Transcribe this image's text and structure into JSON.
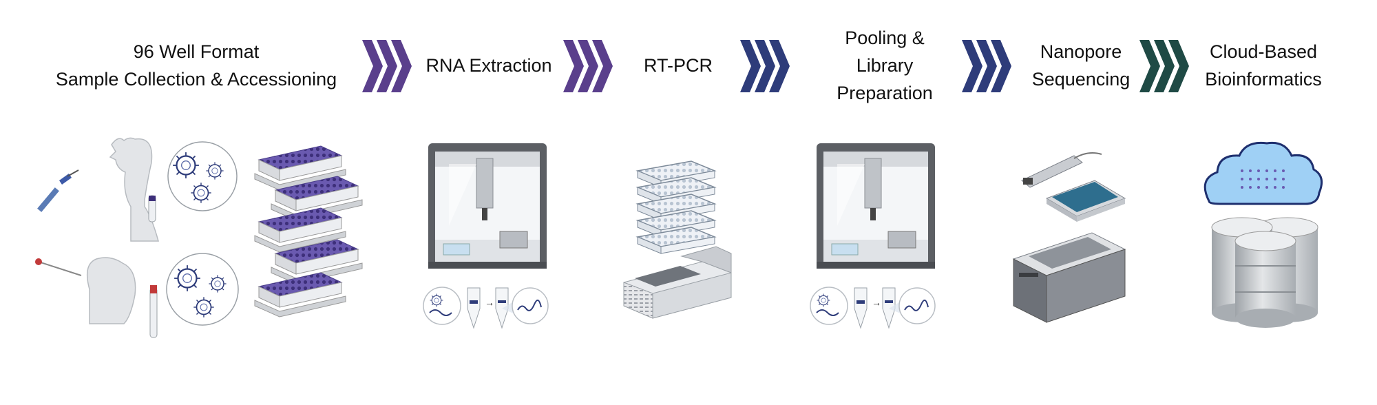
{
  "steps": [
    {
      "lines": [
        "96 Well Format",
        "Sample Collection & Accessioning"
      ]
    },
    {
      "lines": [
        "RNA Extraction"
      ]
    },
    {
      "lines": [
        "RT-PCR"
      ]
    },
    {
      "lines": [
        "Pooling &",
        "Library",
        "Preparation"
      ]
    },
    {
      "lines": [
        "Nanopore",
        "Sequencing"
      ]
    },
    {
      "lines": [
        "Cloud-Based",
        "Bioinformatics"
      ]
    }
  ],
  "arrows": [
    {
      "color": "#5a3f8c"
    },
    {
      "color": "#5a3f8c"
    },
    {
      "color": "#2e3c7a"
    },
    {
      "color": "#2e3c7a"
    },
    {
      "color": "#1f4a45"
    }
  ],
  "colors": {
    "purple": "#6a5ab0",
    "navy": "#2e3c7a",
    "teal": "#1f4a45",
    "cloud": "#9fd0f5"
  }
}
